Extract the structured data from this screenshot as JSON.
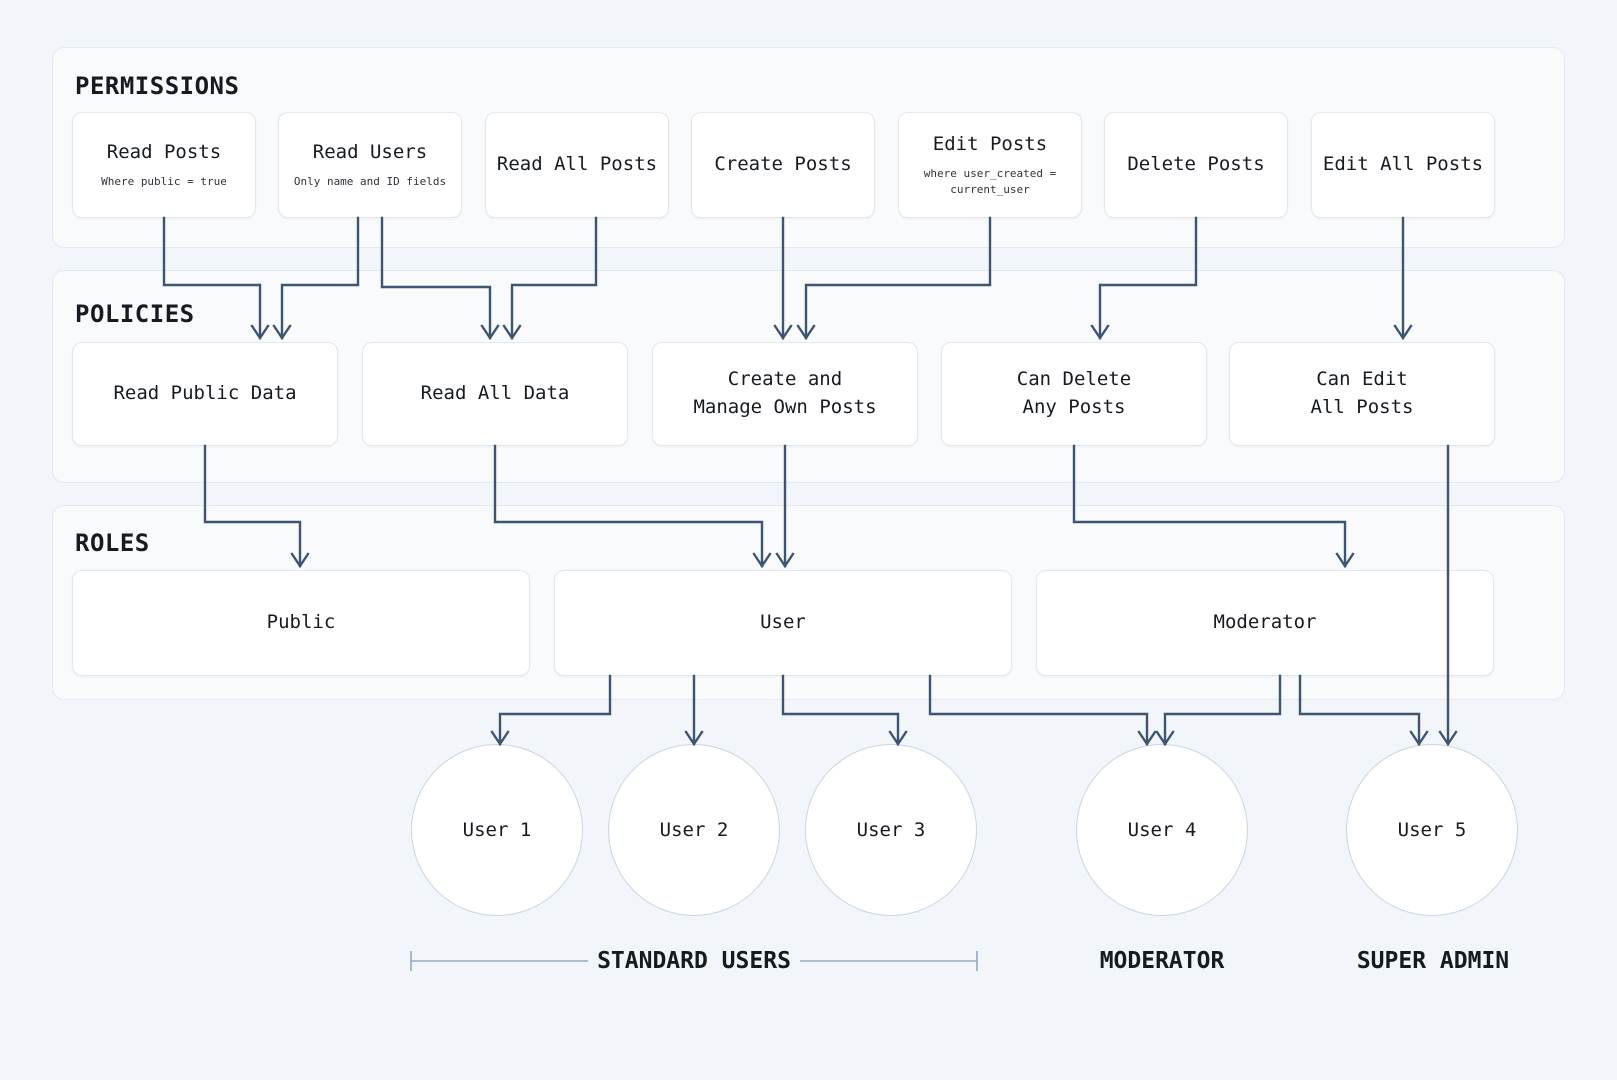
{
  "diagram": {
    "colors": {
      "line": "#3e5470",
      "panel_bg": "#f8fafc",
      "page_bg": "#f2f6fa",
      "node_bg": "#ffffff"
    },
    "permissions": {
      "title": "PERMISSIONS",
      "boxes": [
        {
          "title": "Read Posts",
          "subtitle": "Where public = true"
        },
        {
          "title": "Read Users",
          "subtitle": "Only name and ID fields"
        },
        {
          "title": "Read All Posts"
        },
        {
          "title": "Create Posts"
        },
        {
          "title": "Edit Posts",
          "subtitle": "where user_created =\ncurrent_user"
        },
        {
          "title": "Delete Posts"
        },
        {
          "title": "Edit All Posts"
        }
      ]
    },
    "policies": {
      "title": "POLICIES",
      "boxes": [
        {
          "title": "Read Public Data"
        },
        {
          "title": "Read All Data"
        },
        {
          "title": "Create and\nManage Own Posts"
        },
        {
          "title": "Can Delete\nAny Posts"
        },
        {
          "title": "Can Edit\nAll Posts"
        }
      ]
    },
    "roles": {
      "title": "ROLES",
      "boxes": [
        {
          "title": "Public"
        },
        {
          "title": "User"
        },
        {
          "title": "Moderator"
        }
      ]
    },
    "users": [
      {
        "label": "User 1"
      },
      {
        "label": "User 2"
      },
      {
        "label": "User 3"
      },
      {
        "label": "User 4"
      },
      {
        "label": "User 5"
      }
    ],
    "groups": [
      {
        "label": "STANDARD USERS"
      },
      {
        "label": "MODERATOR"
      },
      {
        "label": "SUPER ADMIN"
      }
    ],
    "edges": [
      [
        [
          164,
          218
        ],
        [
          164,
          285
        ],
        [
          260,
          285
        ],
        [
          260,
          338
        ]
      ],
      [
        [
          358,
          218
        ],
        [
          358,
          285
        ],
        [
          282,
          285
        ],
        [
          282,
          338
        ]
      ],
      [
        [
          382,
          218
        ],
        [
          382,
          287
        ],
        [
          490,
          287
        ],
        [
          490,
          338
        ]
      ],
      [
        [
          596,
          218
        ],
        [
          596,
          285
        ],
        [
          512,
          285
        ],
        [
          512,
          338
        ]
      ],
      [
        [
          783,
          218
        ],
        [
          783,
          338
        ]
      ],
      [
        [
          990,
          218
        ],
        [
          990,
          285
        ],
        [
          806,
          285
        ],
        [
          806,
          338
        ]
      ],
      [
        [
          1196,
          218
        ],
        [
          1196,
          285
        ],
        [
          1100,
          285
        ],
        [
          1100,
          338
        ]
      ],
      [
        [
          1403,
          218
        ],
        [
          1403,
          338
        ]
      ],
      [
        [
          205,
          446
        ],
        [
          205,
          522
        ],
        [
          300,
          522
        ],
        [
          300,
          566
        ]
      ],
      [
        [
          495,
          446
        ],
        [
          495,
          522
        ],
        [
          762,
          522
        ],
        [
          762,
          566
        ]
      ],
      [
        [
          785,
          446
        ],
        [
          785,
          566
        ]
      ],
      [
        [
          1074,
          446
        ],
        [
          1074,
          522
        ],
        [
          1345,
          522
        ],
        [
          1345,
          566
        ]
      ],
      [
        [
          610,
          676
        ],
        [
          610,
          714
        ],
        [
          500,
          714
        ],
        [
          500,
          744
        ]
      ],
      [
        [
          694,
          676
        ],
        [
          694,
          744
        ]
      ],
      [
        [
          783,
          676
        ],
        [
          783,
          714
        ],
        [
          898,
          714
        ],
        [
          898,
          744
        ]
      ],
      [
        [
          930,
          676
        ],
        [
          930,
          714
        ],
        [
          1147,
          714
        ],
        [
          1147,
          744
        ]
      ],
      [
        [
          1280,
          676
        ],
        [
          1280,
          714
        ],
        [
          1165,
          714
        ],
        [
          1165,
          744
        ]
      ],
      [
        [
          1300,
          676
        ],
        [
          1300,
          714
        ],
        [
          1419,
          714
        ],
        [
          1419,
          744
        ]
      ],
      [
        [
          1448,
          446
        ],
        [
          1448,
          744
        ]
      ]
    ]
  }
}
